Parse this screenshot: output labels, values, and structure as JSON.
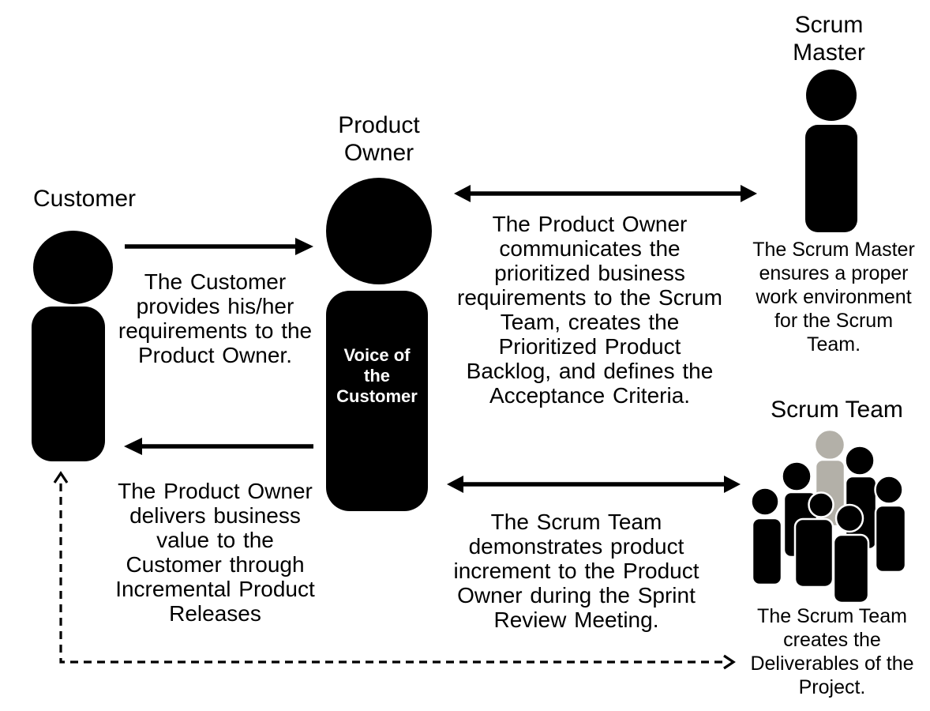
{
  "diagram": {
    "title_implicit": "Scrum roles communication diagram",
    "background": "#ffffff",
    "colors": {
      "figure_black": "#000000",
      "team_member_gray": "#b3b0a8",
      "voice_text_white": "#ffffff"
    },
    "roles": {
      "customer": {
        "label": "Customer",
        "icon": "person-icon"
      },
      "product_owner": {
        "label": "Product\nOwner",
        "icon": "person-icon",
        "body_text": "Voice of\nthe\nCustomer"
      },
      "scrum_master": {
        "label": "Scrum\nMaster",
        "icon": "person-icon",
        "caption": "The Scrum Master\nensures a proper\nwork environment\nfor the Scrum\nTeam."
      },
      "scrum_team": {
        "label": "Scrum Team",
        "icon": "people-group-icon",
        "caption": "The Scrum Team\ncreates the\nDeliverables of the\nProject."
      }
    },
    "flows": [
      {
        "id": "customer-to-product-owner",
        "arrow": "solid-right-arrow",
        "text": "The Customer\nprovides his/her\nrequirements to the\nProduct Owner."
      },
      {
        "id": "product-owner-scrum-master",
        "arrow": "double-headed-arrow",
        "text": "The Product Owner\ncommunicates the\nprioritized business\nrequirements to the Scrum\nTeam, creates the\nPrioritized Product\nBacklog, and defines the\nAcceptance Criteria."
      },
      {
        "id": "product-owner-to-customer",
        "arrow": "solid-left-arrow",
        "text": "The Product Owner\ndelivers business\nvalue to the\nCustomer through\nIncremental Product\nReleases"
      },
      {
        "id": "scrum-team-product-owner",
        "arrow": "double-headed-arrow",
        "text": "The Scrum Team\ndemonstrates product\nincrement to the Product\nOwner during the Sprint\nReview Meeting."
      },
      {
        "id": "scrum-team-to-customer",
        "arrow": "dashed-elbow-arrow",
        "text": ""
      }
    ]
  }
}
